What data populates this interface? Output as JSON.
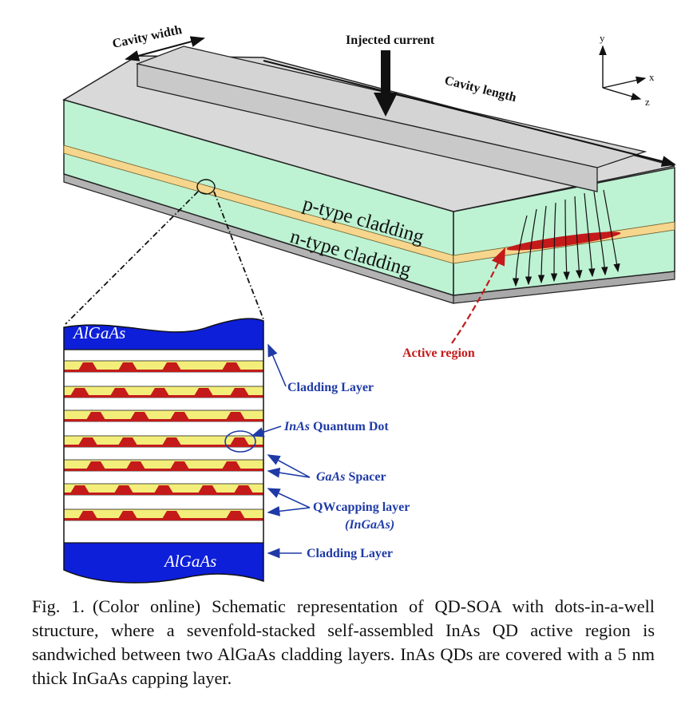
{
  "labels": {
    "cavity_width": "Cavity width",
    "injected_current": "Injected current",
    "cavity_length": "Cavity length",
    "axis_y": "y",
    "axis_x": "x",
    "axis_z": "z",
    "p_cladding": "p-type cladding",
    "n_cladding": "n-type cladding",
    "active_region": "Active region"
  },
  "inset": {
    "top_material": "AlGaAs",
    "bottom_material": "AlGaAs",
    "callouts": {
      "cladding_top": "Cladding Layer",
      "quantum_dot_italic": "InAs",
      "quantum_dot_rest": " Quantum Dot",
      "spacer_italic": "GaAs",
      "spacer_rest": " Spacer",
      "capping_line1": "QWcapping layer",
      "capping_line2": "(InGaAs)",
      "cladding_bottom": "Cladding Layer"
    }
  },
  "caption": {
    "label": "Fig. 1.",
    "text": "(Color online) Schematic representation of QD-SOA with dots-in-a-well structure, where a sevenfold-stacked self-assembled InAs QD active region is sandwiched between two AlGaAs cladding layers. InAs QDs are covered with a 5 nm thick InGaAs capping layer."
  },
  "colors": {
    "cladding": "#bdf2d3",
    "active_strip": "#f6d68d",
    "ridge": "#d4d4d4",
    "substrate": "#b3b3b3",
    "alGaAs": "#0d1fd9",
    "capping": "#f3ee7a",
    "dot": "#c41a1a",
    "spacer": "#ffffff",
    "callout": "#1f3aa6",
    "active_label": "#c41a1a"
  }
}
